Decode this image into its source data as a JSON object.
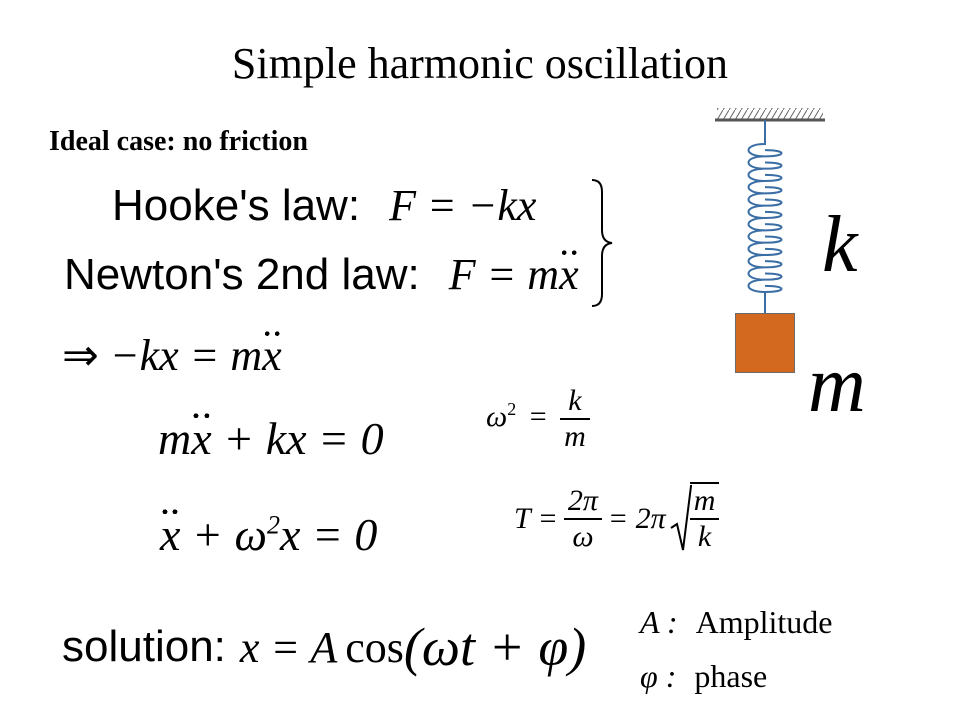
{
  "title": "Simple harmonic oscillation",
  "subtitle": "Ideal case: no friction",
  "hooke": {
    "label": "Hooke's law:",
    "lhs": "F",
    "rhs": "= −kx"
  },
  "newton": {
    "label": "Newton's 2nd law:",
    "lhs": "F",
    "rhs_m": "= m",
    "rhs_x": "x"
  },
  "implication": {
    "arrow": "⇒",
    "lhs": " −kx = m",
    "x": "x"
  },
  "eq1": {
    "a": "m",
    "x": "x",
    "b": " + kx = 0"
  },
  "eq2": {
    "x": "x",
    "b": " + ω",
    "sup": "2",
    "c": "x = 0"
  },
  "omega_def": {
    "lhs": "ω",
    "sup": "2",
    "eq": "=",
    "num": "k",
    "den": "m"
  },
  "period": {
    "lhs": "T =",
    "num1": "2π",
    "den1": "ω",
    "eq2": "= 2π",
    "num2": "m",
    "den2": "k"
  },
  "solution": {
    "label": "solution:",
    "expr_a": "x = A",
    "cos": "cos",
    "paren": "(ωt + φ)"
  },
  "legend": [
    {
      "symbol": "A :",
      "text": "Amplitude"
    },
    {
      "symbol": "φ :",
      "text": "phase"
    }
  ],
  "spring_label": "k",
  "mass_label": "m",
  "colors": {
    "spring": "#3a6ea5",
    "mass": "#d2691e"
  }
}
